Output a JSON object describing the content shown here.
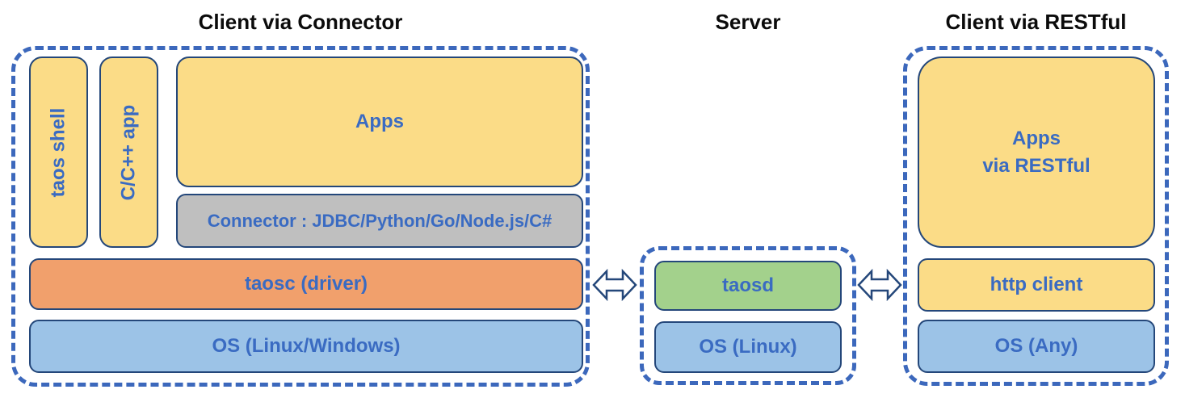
{
  "colors": {
    "dashed_border": "#3c68bc",
    "box_border": "#24477a",
    "label_blue": "#3a6bc2",
    "title_black": "#0b0b0b",
    "yellow_fill": "#fbdc87",
    "orange_fill": "#f1a06c",
    "light_blue_fill": "#9cc3e7",
    "green_fill": "#a3d18c",
    "gray_fill": "#bfbfbf"
  },
  "sections": {
    "client_connector": {
      "title": "Client via Connector",
      "boxes": {
        "taos_shell": "taos shell",
        "cpp_app": "C/C++ app",
        "apps": "Apps",
        "connector": "Connector : JDBC/Python/Go/Node.js/C#",
        "taosc": "taosc (driver)",
        "os": "OS (Linux/Windows)"
      }
    },
    "server": {
      "title": "Server",
      "boxes": {
        "taosd": "taosd",
        "os": "OS (Linux)"
      }
    },
    "client_restful": {
      "title": "Client via RESTful",
      "boxes": {
        "apps_restful": "Apps\nvia RESTful",
        "http_client": "http client",
        "os": "OS (Any)"
      }
    }
  },
  "icons": {
    "left_link": "double-headed-arrow",
    "right_link": "double-headed-arrow"
  }
}
